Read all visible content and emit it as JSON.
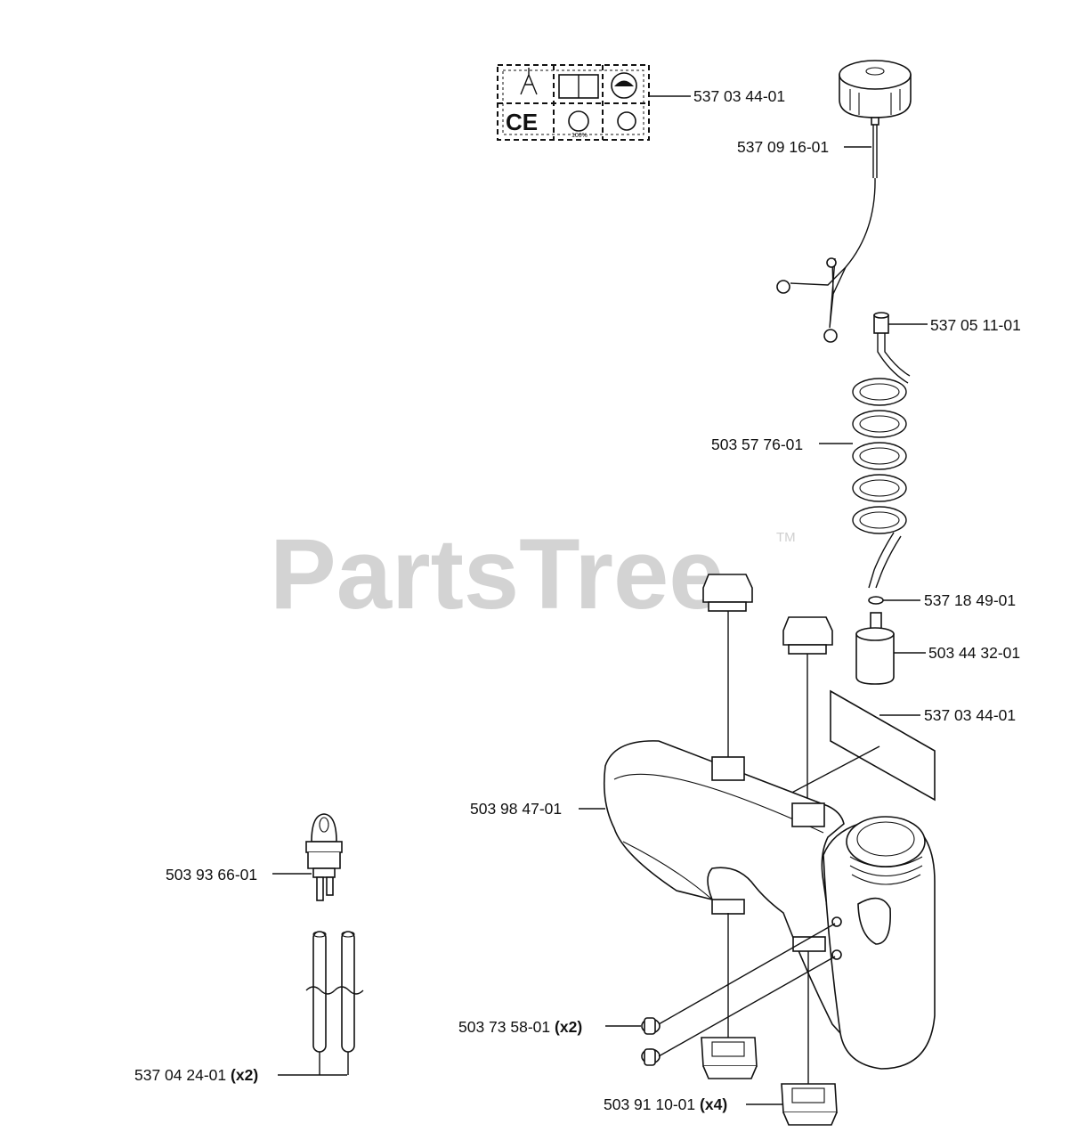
{
  "watermark": {
    "brand": "PartsTree",
    "trademark": "TM"
  },
  "callouts": [
    {
      "id": "decal-sheet",
      "part": "537 03 44-01",
      "qty": ""
    },
    {
      "id": "fuel-cap",
      "part": "537 09 16-01",
      "qty": ""
    },
    {
      "id": "hose-end",
      "part": "537 05 11-01",
      "qty": ""
    },
    {
      "id": "fuel-hose",
      "part": "503 57 76-01",
      "qty": ""
    },
    {
      "id": "o-ring",
      "part": "537 18 49-01",
      "qty": ""
    },
    {
      "id": "fuel-filter",
      "part": "503 44 32-01",
      "qty": ""
    },
    {
      "id": "decal-tank",
      "part": "537 03 44-01",
      "qty": ""
    },
    {
      "id": "fuel-tank",
      "part": "503 98 47-01",
      "qty": ""
    },
    {
      "id": "primer-bulb",
      "part": "503 93 66-01",
      "qty": ""
    },
    {
      "id": "screw",
      "part": "503 73 58-01",
      "qty": "(x2)"
    },
    {
      "id": "tube",
      "part": "537 04 24-01",
      "qty": "(x2)"
    },
    {
      "id": "damper",
      "part": "503 91 10-01",
      "qty": "(x4)"
    }
  ]
}
